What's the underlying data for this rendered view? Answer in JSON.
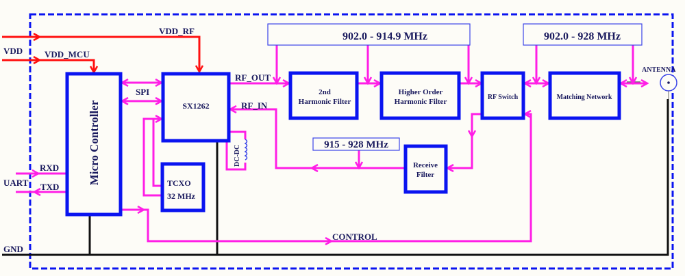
{
  "diagram": {
    "title": "LoRa SX1262 RF Block Diagram",
    "colors": {
      "block_border": "#0a14f0",
      "rf_path": "#ff1ee6",
      "power": "#ff1010",
      "ground": "#111111",
      "boundary": "#0a14f0",
      "text": "#1a1a5e",
      "background": "#fdfcf7"
    },
    "external_labels": {
      "vdd": "VDD",
      "vdd_rf": "VDD_RF",
      "vdd_mcu": "VDD_MCU",
      "uart": "UART",
      "rxd": "RXD",
      "txd": "TXD",
      "gnd": "GND",
      "antenna": "ANTENNA"
    },
    "blocks": {
      "mcu": "Micro Controller",
      "transceiver": "SX1262",
      "tcxo_line1": "TCXO",
      "tcxo_line2": "32 MHz",
      "harmonic_filter_line1": "2nd",
      "harmonic_filter_line2": "Harmonic Filter",
      "higher_order_line1": "Higher Order",
      "higher_order_line2": "Harmonic Filter",
      "rf_switch": "RF Switch",
      "matching_network": "Matching Network",
      "receive_filter_line1": "Receive",
      "receive_filter_line2": "Filter",
      "dcdc": "DC-DC"
    },
    "signals": {
      "spi": "SPI",
      "rf_out": "RF_OUT",
      "rf_in": "RF_IN",
      "control": "CONTROL"
    },
    "frequency_bands": {
      "tx_band": "902.0 - 914.9 MHz",
      "full_band": "902.0 - 928 MHz",
      "rx_band": "915 - 928 MHz"
    }
  }
}
